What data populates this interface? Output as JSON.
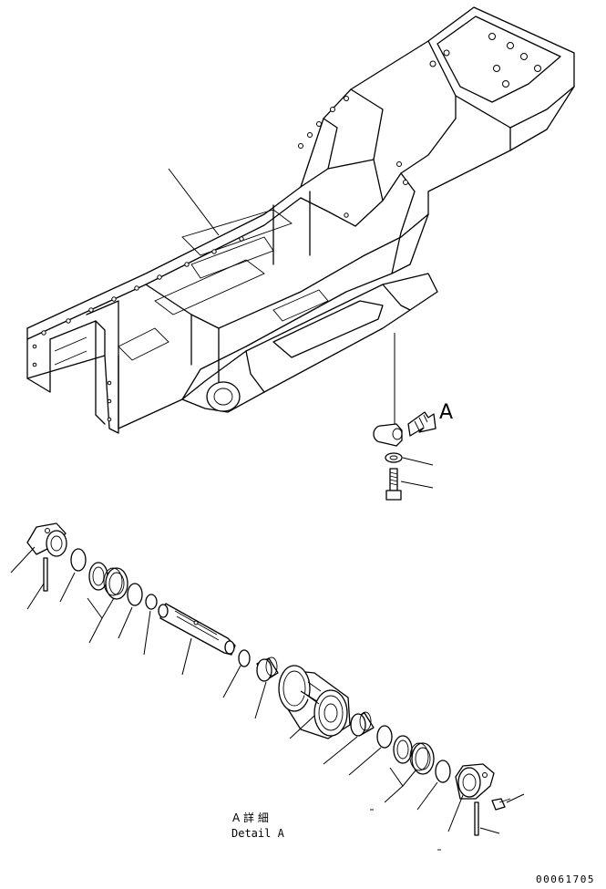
{
  "view_label": "A",
  "detail_label_jp": "A 詳 細",
  "detail_label_en": "Detail A",
  "drawing_number": "00061705"
}
